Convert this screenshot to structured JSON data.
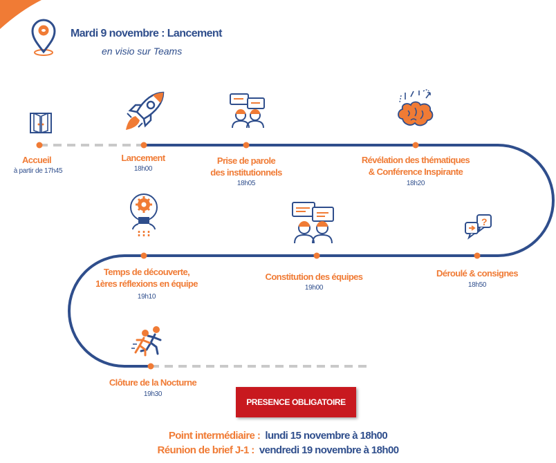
{
  "header": {
    "title": "Mardi 9 novembre : Lancement",
    "subtitle": "en visio sur Teams"
  },
  "colors": {
    "navy": "#2f4e8c",
    "orange": "#f07b35",
    "gray": "#c9c9c9",
    "red": "#c8191f"
  },
  "steps": [
    {
      "label": "Accueil",
      "time": "à partir de 17h45",
      "icon": "door-icon"
    },
    {
      "label": "Lancement",
      "time": "18h00",
      "icon": "rocket-icon"
    },
    {
      "label": "Prise de parole\ndes institutionnels",
      "time": "18h05",
      "icon": "speakers-icon"
    },
    {
      "label": "Révélation des thématiques\n& Conférence Inspirante",
      "time": "18h20",
      "icon": "brain-icon"
    },
    {
      "label": "Déroulé & consignes",
      "time": "18h50",
      "icon": "question-bubbles-icon"
    },
    {
      "label": "Constitution des équipes",
      "time": "19h00",
      "icon": "team-chat-icon"
    },
    {
      "label": "Temps de découverte,\n1ères réflexions en équipe",
      "time": "19h10",
      "icon": "thinking-head-icon"
    },
    {
      "label": "Clôture de la Nocturne",
      "time": "19h30",
      "icon": "runners-icon"
    }
  ],
  "stamp": "PRESENCE OBLIGATOIRE",
  "dates": [
    {
      "label": "Point intermédiaire :",
      "value": "lundi 15 novembre à 18h00"
    },
    {
      "label": "Réunion de brief J-1 :",
      "value": "vendredi 19 novembre à 18h00"
    }
  ]
}
